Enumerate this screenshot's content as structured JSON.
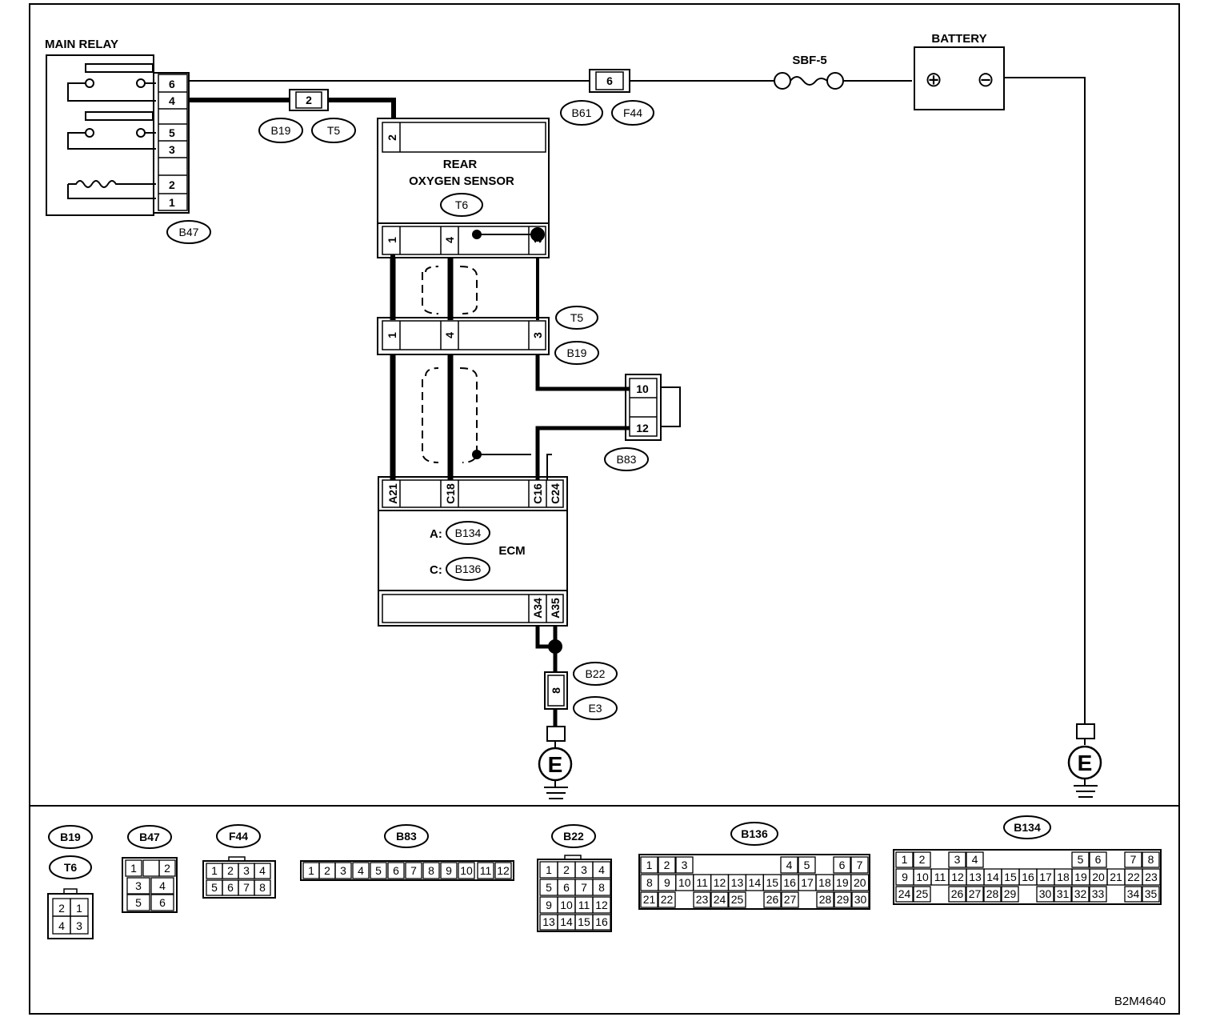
{
  "labels": {
    "main_relay": "MAIN RELAY",
    "battery": "BATTERY",
    "fuse": "SBF-5",
    "sensor_line1": "REAR",
    "sensor_line2": "OXYGEN SENSOR",
    "ecm": "ECM",
    "ecm_a_prefix": "A:",
    "ecm_c_prefix": "C:",
    "ground": "E",
    "plus": "⊕",
    "minus": "⊖",
    "figure_code": "B2M4640"
  },
  "connectors": {
    "b47": "B47",
    "b19": "B19",
    "t5": "T5",
    "t6": "T6",
    "b61": "B61",
    "f44": "F44",
    "b83": "B83",
    "b134": "B134",
    "b136": "B136",
    "b22": "B22",
    "e3": "E3"
  },
  "pins": {
    "relay": [
      "6",
      "4",
      "5",
      "3",
      "2",
      "1"
    ],
    "f44_pin": "6",
    "t5_top_pin": "2",
    "sensor_top_pin": "2",
    "sensor_bottom": [
      "1",
      "4",
      "3"
    ],
    "t5b19": [
      "1",
      "4",
      "3"
    ],
    "b83": [
      "10",
      "12"
    ],
    "ecm_top": [
      "A21",
      "C18",
      "C16",
      "C24"
    ],
    "ecm_bottom": [
      "A34",
      "A35"
    ],
    "b22_pin": "8"
  },
  "bottom_connectors": {
    "b19_t6": {
      "names": [
        "B19",
        "T6"
      ],
      "rows": [
        [
          "2",
          "1"
        ],
        [
          "4",
          "3"
        ]
      ]
    },
    "b47": {
      "name": "B47",
      "rows": [
        [
          "1",
          "",
          "2"
        ],
        [
          "3",
          "4"
        ],
        [
          "5",
          "6"
        ]
      ]
    },
    "f44": {
      "name": "F44",
      "rows": [
        [
          "1",
          "2",
          "3",
          "4"
        ],
        [
          "5",
          "6",
          "7",
          "8"
        ]
      ]
    },
    "b83": {
      "name": "B83",
      "rows": [
        [
          "1",
          "2",
          "3",
          "4",
          "5",
          "6",
          "7",
          "8",
          "9",
          "10",
          "11",
          "12"
        ]
      ]
    },
    "b22": {
      "name": "B22",
      "rows": [
        [
          "1",
          "2",
          "3",
          "4"
        ],
        [
          "5",
          "6",
          "7",
          "8"
        ],
        [
          "9",
          "10",
          "11",
          "12"
        ],
        [
          "13",
          "14",
          "15",
          "16"
        ]
      ]
    },
    "b136": {
      "name": "B136",
      "rows": [
        [
          "1",
          "2",
          "3",
          "4",
          "5",
          "6",
          "7"
        ],
        [
          "8",
          "9",
          "10",
          "11",
          "12",
          "13",
          "14",
          "15",
          "16",
          "17",
          "18",
          "19",
          "20"
        ],
        [
          "21",
          "22",
          "23",
          "24",
          "25",
          "26",
          "27",
          "28",
          "29",
          "30"
        ]
      ]
    },
    "b134": {
      "name": "B134",
      "rows": [
        [
          "1",
          "2",
          "3",
          "4",
          "5",
          "6",
          "7",
          "8"
        ],
        [
          "9",
          "10",
          "11",
          "12",
          "13",
          "14",
          "15",
          "16",
          "17",
          "18",
          "19",
          "20",
          "21",
          "22",
          "23"
        ],
        [
          "24",
          "25",
          "26",
          "27",
          "28",
          "29",
          "30",
          "31",
          "32",
          "33",
          "34",
          "35"
        ]
      ]
    }
  }
}
